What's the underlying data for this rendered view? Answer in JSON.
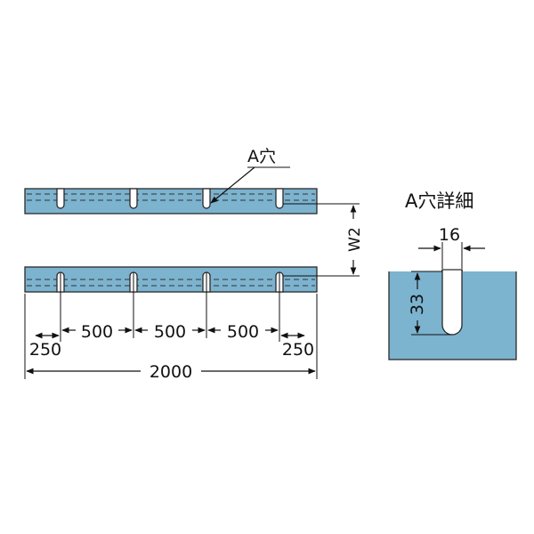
{
  "labels": {
    "hole_a": "A穴",
    "detail_title": "A穴詳細",
    "w2": "W2",
    "gap_1": "500",
    "gap_2": "500",
    "gap_3": "500",
    "end_left": "250",
    "end_right": "250",
    "total": "2000",
    "slot_width": "16",
    "slot_depth": "33"
  },
  "colors": {
    "plate_fill": "#7cb3cf",
    "outline": "#2a2a2a",
    "background": "#ffffff"
  }
}
